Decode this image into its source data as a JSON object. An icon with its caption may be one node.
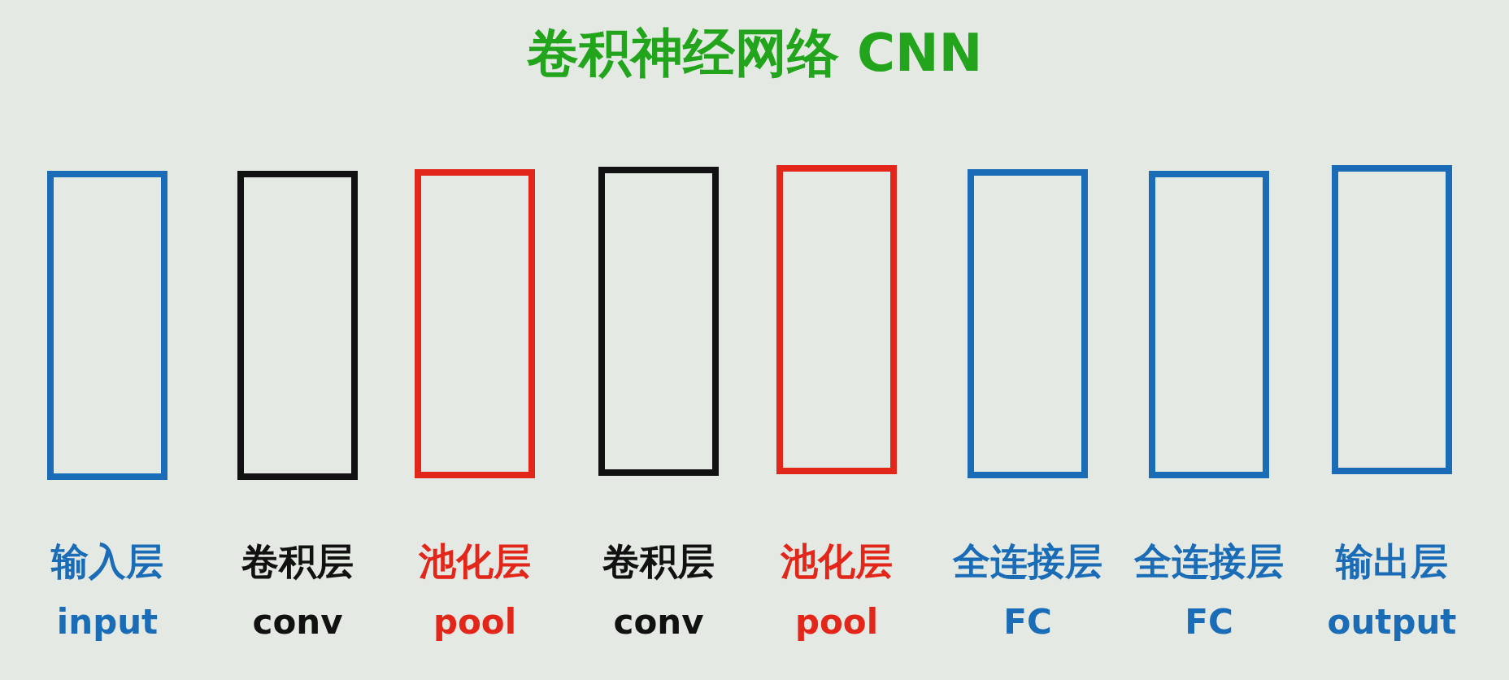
{
  "diagram": {
    "title": "卷积神经网络 CNN",
    "nodes": [
      {
        "text": [],
        "shape": "box",
        "beside": [
          "输入层",
          "input"
        ]
      },
      {
        "text": [],
        "shape": "box",
        "beside": [
          "卷积层",
          "conv"
        ]
      },
      {
        "text": [],
        "shape": "box",
        "beside": [
          "池化层",
          "pool"
        ]
      },
      {
        "text": [],
        "shape": "box",
        "beside": [
          "卷积层",
          "conv"
        ]
      },
      {
        "text": [],
        "shape": "box",
        "beside": [
          "池化层",
          "pool"
        ]
      },
      {
        "text": [],
        "shape": "box",
        "beside": [
          "全连接层",
          "FC"
        ]
      },
      {
        "text": [],
        "shape": "box",
        "beside": [
          "全连接层",
          "FC"
        ]
      },
      {
        "text": [],
        "shape": "box",
        "beside": [
          "输出层",
          "output"
        ]
      }
    ]
  }
}
